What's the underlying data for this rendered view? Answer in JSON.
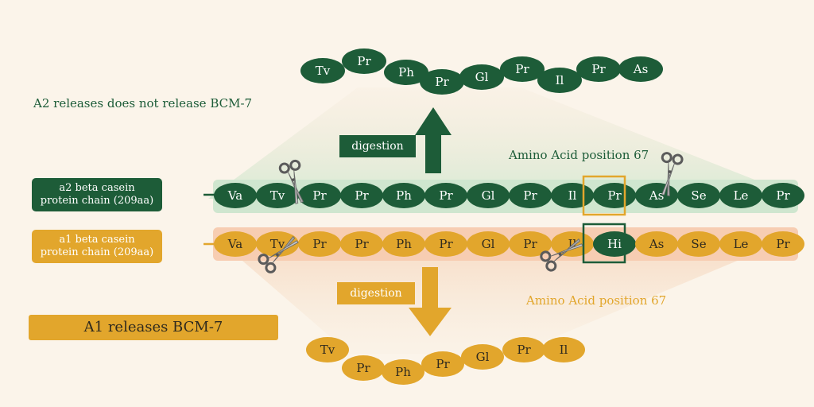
{
  "texts": {
    "a2_release_note": "A2 releases does not release BCM-7",
    "digestion_top": "digestion",
    "digestion_bottom": "digestion",
    "position_top": "Amino Acid position 67",
    "position_bottom": "Amino Acid position 67",
    "a1_release": "A1 releases BCM-7"
  },
  "chains": {
    "a2": {
      "label_line1": "a2 beta casein",
      "label_line2": "protein chain (209aa)",
      "residues": [
        "Va",
        "Tv",
        "Pr",
        "Pr",
        "Ph",
        "Pr",
        "Gl",
        "Pr",
        "Il",
        "Pr",
        "As",
        "Se",
        "Le",
        "Pr"
      ]
    },
    "a1": {
      "label_line1": "a1 beta casein",
      "label_line2": "protein chain (209aa)",
      "residues": [
        "Va",
        "Tv",
        "Pr",
        "Pr",
        "Ph",
        "Pr",
        "Gl",
        "Pr",
        "Il",
        "Hi",
        "As",
        "Se",
        "Le",
        "Pr"
      ]
    }
  },
  "fragments": {
    "top": [
      "Tv",
      "Pr",
      "Ph",
      "Pr",
      "Gl",
      "Pr",
      "Il",
      "Pr",
      "As"
    ],
    "bottom": [
      "Tv",
      "Pr",
      "Ph",
      "Pr",
      "Gl",
      "Pr",
      "Il"
    ]
  },
  "colors": {
    "green": "#1d5c38",
    "gold": "#e2a62c",
    "text_dark": "#2f2a1e",
    "background": "#fbf4ea"
  },
  "icons": [
    "scissors-icon",
    "arrow-up-icon",
    "arrow-down-icon"
  ]
}
